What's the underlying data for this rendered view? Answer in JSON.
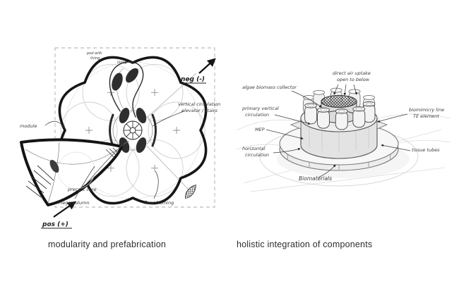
{
  "colors": {
    "ink": "#161616",
    "pencil": "#9a9a9a",
    "background": "#ffffff"
  },
  "left_figure": {
    "caption": "modularity and prefabrication",
    "annotations": {
      "neg": "neg (-)",
      "pos": "pos (+)",
      "module": "module",
      "pod_line1": "pod with",
      "pod_line2": "living",
      "pod_line3": "living",
      "vertical_circulation_line1": "vertical circulation",
      "vertical_circulation_line2": "elevator / stairs",
      "precast_core": "precast core",
      "mega_column": "mega column",
      "floor_framing": "floor framing"
    }
  },
  "right_figure": {
    "caption": "holistic integration of components",
    "annotations": {
      "algae_collector": "algae biomass collector",
      "air_line1": "direct air uptake",
      "air_line2": "open to below",
      "primary_vertical_line1": "primary vertical",
      "primary_vertical_line2": "circulation",
      "mep": "MEP",
      "horizontal_line1": "horizontal",
      "horizontal_line2": "circulation",
      "biomimicry_line1": "biomimicry line",
      "biomimicry_line2": "TE element",
      "tissue_tubes": "tissue tubes",
      "biomaterials": "Biomaterials"
    }
  }
}
